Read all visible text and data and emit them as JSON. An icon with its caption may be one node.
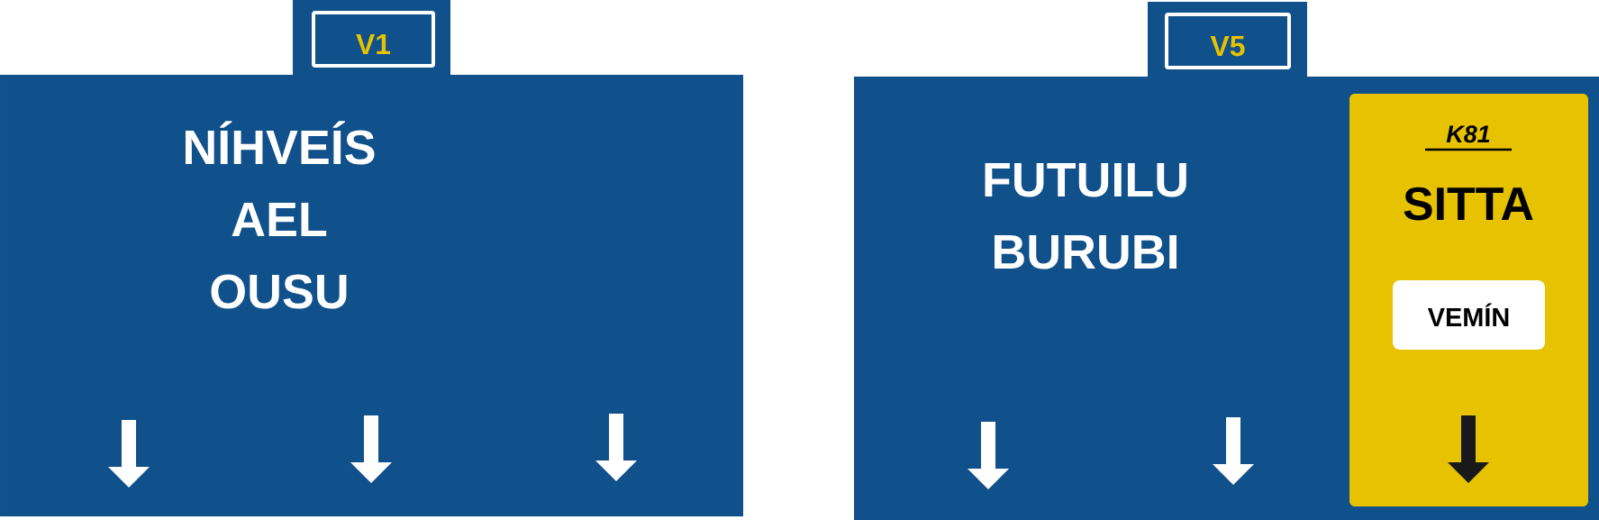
{
  "diagram": {
    "nodes": [
      {
        "text": [
          "V1"
        ]
      },
      {
        "text": [
          "NÍHVEÍS",
          "AEL",
          "OUSU"
        ]
      },
      {
        "text": [
          "V5"
        ]
      },
      {
        "text": [
          "FUTUILU",
          "BURUBI"
        ]
      },
      {
        "text": [
          "K81",
          "SITTA"
        ],
        "in": 3
      },
      {
        "text": [
          "VEMÍN"
        ],
        "in": 4
      }
    ]
  }
}
